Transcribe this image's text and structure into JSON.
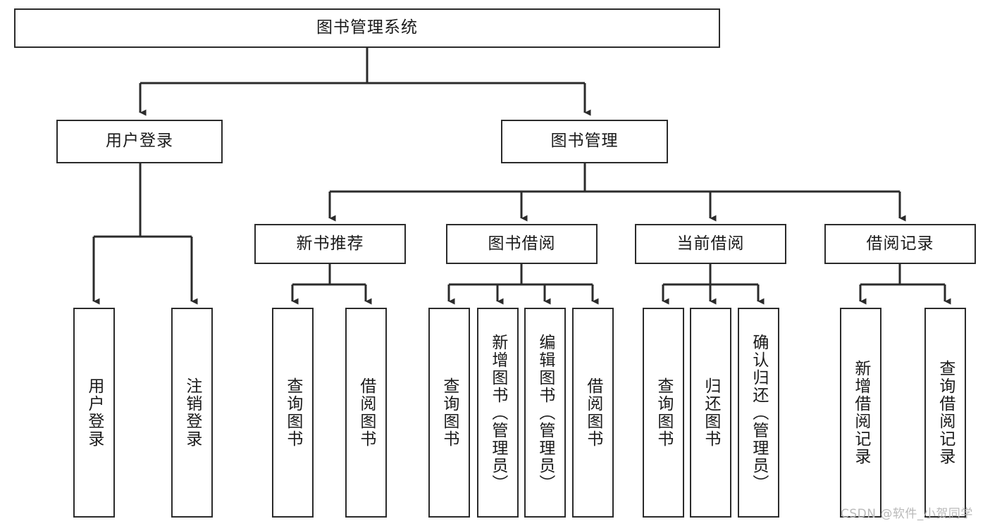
{
  "diagram": {
    "title": "图书管理系统",
    "type": "tree-hierarchy",
    "colors": {
      "box_border": "#2b2b2b",
      "box_fill": "#ffffff",
      "edge": "#2b2b2b",
      "text": "#1a1a1a",
      "watermark": "#b9b9b9",
      "background": "#ffffff"
    },
    "root": {
      "label": "图书管理系统"
    },
    "level2": [
      {
        "label": "用户登录"
      },
      {
        "label": "图书管理"
      }
    ],
    "level3": [
      {
        "label": "新书推荐"
      },
      {
        "label": "图书借阅"
      },
      {
        "label": "当前借阅"
      },
      {
        "label": "借阅记录"
      }
    ],
    "leaves": {
      "user_login": [
        {
          "label": "用户登录"
        },
        {
          "label": "注销登录"
        }
      ],
      "new_book_recommend": [
        {
          "label": "查询图书"
        },
        {
          "label": "借阅图书"
        }
      ],
      "book_borrow": [
        {
          "label": "查询图书"
        },
        {
          "label": "新增图书（管理员）"
        },
        {
          "label": "编辑图书（管理员）"
        },
        {
          "label": "借阅图书"
        }
      ],
      "current_borrow": [
        {
          "label": "查询图书"
        },
        {
          "label": "归还图书"
        },
        {
          "label": "确认归还（管理员）"
        }
      ],
      "borrow_record": [
        {
          "label": "新增借阅记录"
        },
        {
          "label": "查询借阅记录"
        }
      ]
    }
  },
  "watermark": {
    "text": "CSDN @软件_小贺同学"
  }
}
